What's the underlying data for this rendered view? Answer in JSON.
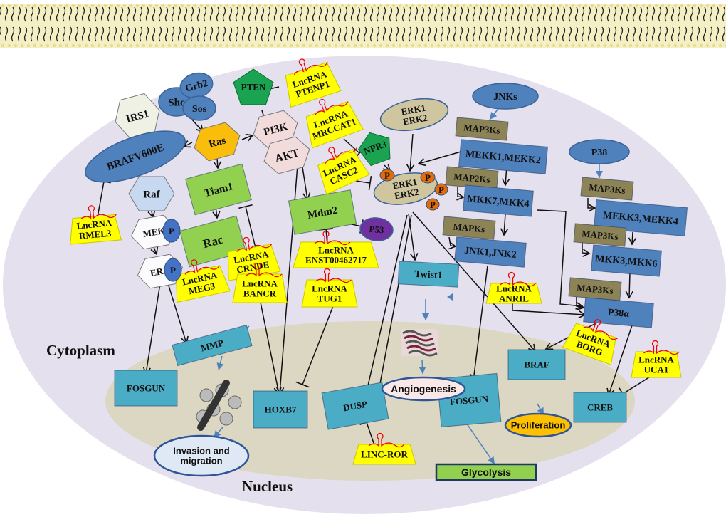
{
  "colors": {
    "cytoplasm": "#e5e0ee",
    "nucleus": "#dcd7c2",
    "lncrna": "#ffff00",
    "green_protein": "#92d050",
    "blue_kinase": "#4f81bd",
    "map_k": "#8c8357",
    "teal_target": "#4bacc6",
    "phospho": "#e36c0a",
    "inhibitor_green": "#1aa350"
  },
  "regions": {
    "cytoplasm": "Cytoplasm",
    "nucleus": "Nucleus"
  },
  "nodes": {
    "irs1": {
      "lines": [
        "IRS1"
      ]
    },
    "shc": {
      "lines": [
        "Shc"
      ]
    },
    "grb2": {
      "lines": [
        "Grb2"
      ]
    },
    "sos": {
      "lines": [
        "Sos"
      ]
    },
    "pten": {
      "lines": [
        "PTEN"
      ]
    },
    "ptenp1": {
      "lines": [
        "LncRNA",
        "PTENP1"
      ]
    },
    "pi3k": {
      "lines": [
        "PI3K"
      ]
    },
    "ras": {
      "lines": [
        "Ras"
      ]
    },
    "brafv600e": {
      "lines": [
        "BRAFV600E"
      ]
    },
    "mrccat1": {
      "lines": [
        "LncRNA",
        "MRCCAT1"
      ]
    },
    "npr3": {
      "lines": [
        "NPR3"
      ]
    },
    "akt": {
      "lines": [
        "AKT"
      ]
    },
    "casc2": {
      "lines": [
        "LncRNA",
        "CASC2"
      ]
    },
    "tiam1": {
      "lines": [
        "Tiam1"
      ]
    },
    "raf": {
      "lines": [
        "Raf"
      ]
    },
    "mek": {
      "lines": [
        "MEK"
      ]
    },
    "erk": {
      "lines": [
        "ERK"
      ]
    },
    "rac": {
      "lines": [
        "Rac"
      ]
    },
    "rmel3": {
      "lines": [
        "LncRNA",
        "RMEL3"
      ]
    },
    "mdm2": {
      "lines": [
        "Mdm2"
      ]
    },
    "p53": {
      "lines": [
        "P53"
      ]
    },
    "enst": {
      "lines": [
        "LncRNA",
        "ENST00462717"
      ]
    },
    "crnde": {
      "lines": [
        "LncRNA",
        "CRNDE"
      ]
    },
    "meg3": {
      "lines": [
        "LncRNA",
        "MEG3"
      ]
    },
    "bancr": {
      "lines": [
        "LncRNA",
        "BANCR"
      ]
    },
    "tug1": {
      "lines": [
        "LncRNA",
        "TUG1"
      ]
    },
    "erk12_top": {
      "lines": [
        "ERK1",
        "ERK2"
      ]
    },
    "erk12_p": {
      "lines": [
        "ERK1",
        "ERK2"
      ]
    },
    "jnks": {
      "lines": [
        "JNKs"
      ]
    },
    "map3ks_1": {
      "lines": [
        "MAP3Ks"
      ]
    },
    "mekk12": {
      "lines": [
        "MEKK1,MEKK2"
      ]
    },
    "map2ks": {
      "lines": [
        "MAP2Ks"
      ]
    },
    "mkk74": {
      "lines": [
        "MKK7,MKK4"
      ]
    },
    "mapks": {
      "lines": [
        "MAPKs"
      ]
    },
    "jnk12": {
      "lines": [
        "JNK1,JNK2"
      ]
    },
    "anril": {
      "lines": [
        "LncRNA",
        "ANRIL"
      ]
    },
    "p38": {
      "lines": [
        "P38"
      ]
    },
    "map3ks_2": {
      "lines": [
        "MAP3Ks"
      ]
    },
    "mekk34": {
      "lines": [
        "MEKK3,MEKK4"
      ]
    },
    "map3ks_3": {
      "lines": [
        "MAP3Ks"
      ]
    },
    "mkk36": {
      "lines": [
        "MKK3,MKK6"
      ]
    },
    "map3ks_4": {
      "lines": [
        "MAP3Ks"
      ]
    },
    "p38a": {
      "lines": [
        "P38α"
      ]
    },
    "borg": {
      "lines": [
        "LncRNA",
        "BORG"
      ]
    },
    "uca1": {
      "lines": [
        "LncRNA",
        "UCA1"
      ]
    },
    "twist1": {
      "lines": [
        "Twist1"
      ]
    },
    "mmp": {
      "lines": [
        "MMP"
      ]
    },
    "fosgun_left": {
      "lines": [
        "FOSGUN"
      ]
    },
    "hoxb7": {
      "lines": [
        "HOXB7"
      ]
    },
    "dusp": {
      "lines": [
        "DUSP"
      ]
    },
    "angiogenesis": {
      "lines": [
        "Angiogenesis"
      ]
    },
    "fosgun_mid": {
      "lines": [
        "FOSGUN"
      ]
    },
    "braf": {
      "lines": [
        "BRAF"
      ]
    },
    "proliferation": {
      "lines": [
        "Proliferation"
      ]
    },
    "creb": {
      "lines": [
        "CREB"
      ]
    },
    "linc_ror": {
      "lines": [
        "LINC-ROR"
      ]
    },
    "glycolysis": {
      "lines": [
        "Glycolysis"
      ]
    },
    "invasion": {
      "lines": [
        "Invasion and",
        "migration"
      ]
    }
  },
  "phospho_label": "P"
}
